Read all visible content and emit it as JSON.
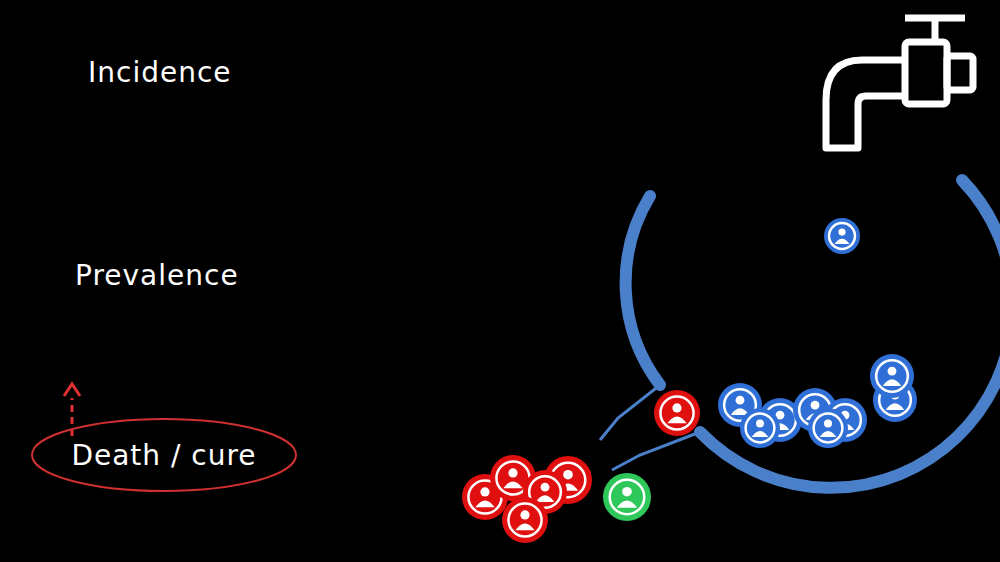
{
  "diagram": {
    "nodes": [
      {
        "text": [
          "Death / cure"
        ]
      }
    ],
    "labels": [
      "Incidence",
      "Prevalence"
    ]
  }
}
